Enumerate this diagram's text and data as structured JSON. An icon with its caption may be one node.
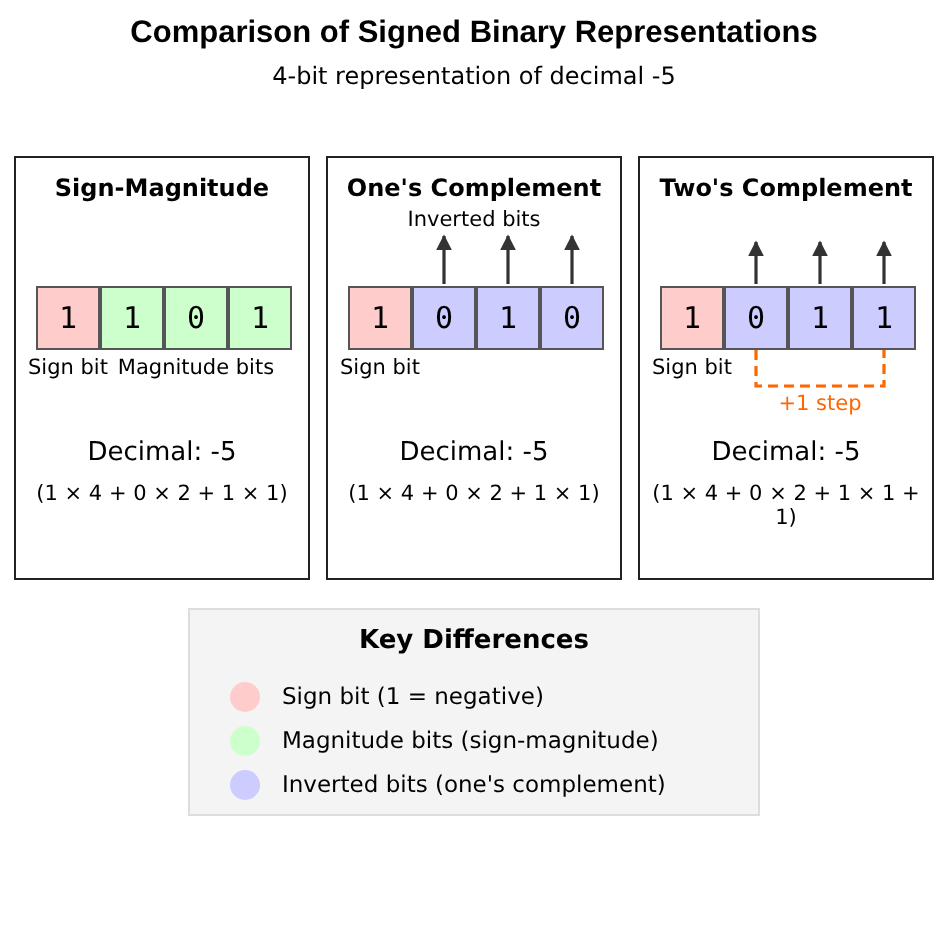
{
  "diagram": {
    "title": "Comparison of Signed Binary Representations",
    "nodes": [
      {
        "text": [
          "Sign-Magnitude",
          "Decimal: -5",
          "(1 × 4 + 0 × 2 + 1 × 1)"
        ]
      },
      {
        "text": [
          "1"
        ],
        "in": 0,
        "beside": [
          "Sign bit"
        ]
      },
      {
        "text": [
          "1"
        ],
        "in": 0
      },
      {
        "text": [
          "0"
        ],
        "in": 0
      },
      {
        "text": [
          "1"
        ],
        "in": 0
      },
      {
        "text": [
          "One's Complement",
          "Decimal: -5",
          "(1 × 4 + 0 × 2 + 1 × 1)"
        ]
      },
      {
        "text": [
          "Inverted bits"
        ],
        "in": 5
      },
      {
        "text": [
          "1"
        ],
        "in": 5,
        "beside": [
          "Sign bit"
        ]
      },
      {
        "text": [
          "0"
        ],
        "in": 5
      },
      {
        "text": [
          "1"
        ],
        "in": 5
      },
      {
        "text": [
          "0"
        ],
        "in": 5
      },
      {
        "text": [
          "Two's Complement",
          "Decimal: -5",
          "(1 × 4 + 0 × 2 + 1 × 1 + 1)"
        ]
      },
      {
        "text": [
          "1"
        ],
        "in": 11,
        "beside": [
          "Sign bit"
        ]
      },
      {
        "text": [
          "0"
        ],
        "in": 11
      },
      {
        "text": [
          "1"
        ],
        "in": 11
      },
      {
        "text": [
          "1"
        ],
        "in": 11
      }
    ],
    "edges": [
      {
        "from": 8,
        "to": 6,
        "arrow": "to"
      },
      {
        "from": 9,
        "to": 6,
        "arrow": "to"
      },
      {
        "from": 10,
        "to": 6,
        "arrow": "to"
      },
      {
        "from": 13,
        "to": null,
        "arrow": "to"
      },
      {
        "from": 14,
        "to": null,
        "arrow": "to"
      },
      {
        "from": 15,
        "to": null,
        "arrow": "to"
      },
      {
        "from": 13,
        "to": 15,
        "arrow": "none",
        "label": "+1 step",
        "style": "dashed",
        "color": "#ff6600"
      }
    ],
    "labels": [
      "4-bit representation of decimal -5",
      "Magnitude bits",
      "Key Differences"
    ],
    "legend": [
      {
        "text": "Sign bit (1 = negative)",
        "color": "#ffcccc"
      },
      {
        "text": "Magnitude bits (sign-magnitude)",
        "color": "#ccffcc"
      },
      {
        "text": "Inverted bits (one's complement)",
        "color": "#ccccff"
      }
    ]
  }
}
